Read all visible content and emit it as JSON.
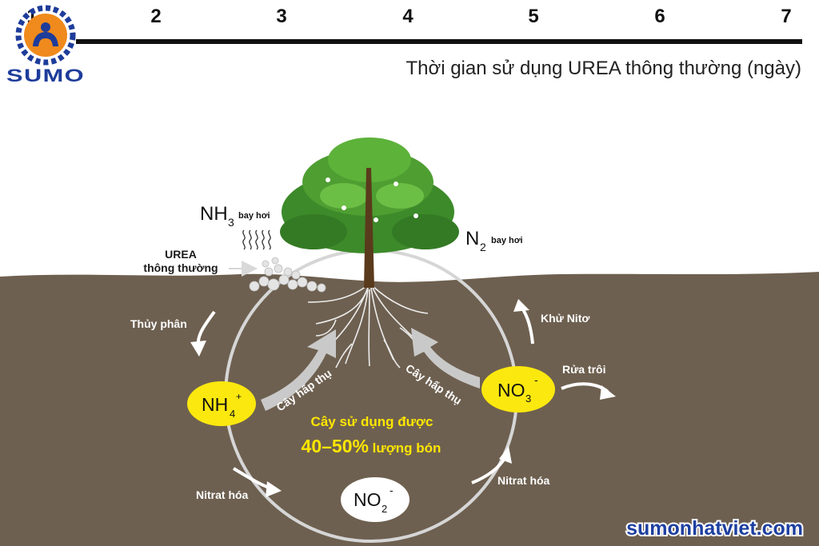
{
  "brand": {
    "logo_text": "SUMO",
    "website": "sumonhatviet.com",
    "colors": {
      "brand_blue": "#1e3c9a",
      "logo_orange": "#f08a1c",
      "soil": "#6e6050",
      "highlight_yellow": "#fbe80f"
    }
  },
  "timeline": {
    "ticks": [
      "1",
      "2",
      "3",
      "4",
      "5",
      "6",
      "7"
    ],
    "title": "Thời gian sử dụng UREA thông thường (ngày)"
  },
  "surface": {
    "nh3_formula": "NH",
    "nh3_sub": "3",
    "nh3_note": "bay hơi",
    "n2_formula": "N",
    "n2_sub": "2",
    "n2_note": "bay hơi",
    "urea_line1": "UREA",
    "urea_line2": "thông thường"
  },
  "cycle": {
    "hydrolysis": "Thủy phân",
    "nitrification_left": "Nitrat hóa",
    "nitrification_right": "Nitrat hóa",
    "denitrification": "Khử Nitơ",
    "leaching": "Rửa trôi",
    "plant_uptake_left": "Cây hấp thụ",
    "plant_uptake_right": "Cây hấp thụ",
    "nh4": {
      "base": "NH",
      "sub": "4",
      "sup": "+"
    },
    "no2": {
      "base": "NO",
      "sub": "2",
      "sup": "-"
    },
    "no3": {
      "base": "NO",
      "sub": "3",
      "sup": "-"
    },
    "usage_line1": "Cây sử dụng được",
    "usage_percent": "40–50%",
    "usage_rest": " lượng bón"
  }
}
